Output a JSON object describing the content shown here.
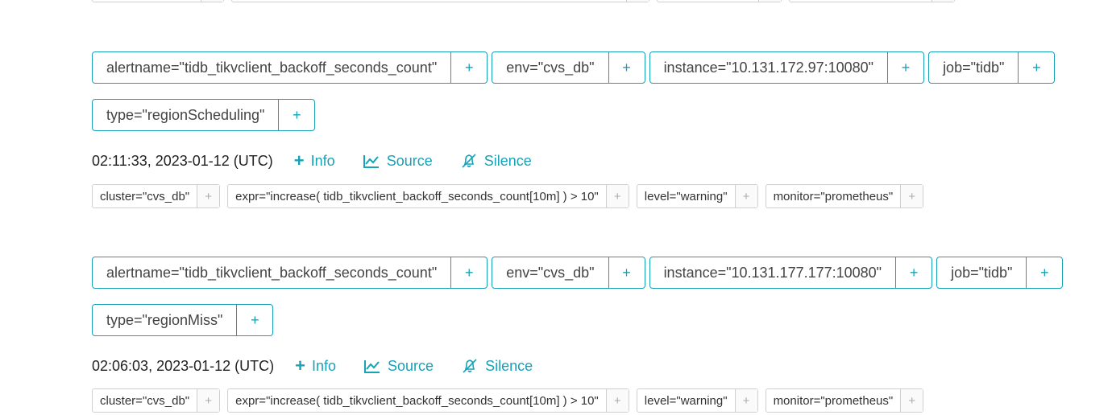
{
  "top_partial": {
    "annotations": [
      {
        "label": "",
        "plus": "+"
      },
      {
        "label": "",
        "plus": "+"
      },
      {
        "label": "",
        "plus": "+"
      },
      {
        "label": "",
        "plus": "+"
      }
    ]
  },
  "alerts": [
    {
      "labels_row1": [
        {
          "label": "alertname=\"tidb_tikvclient_backoff_seconds_count\"",
          "plus": "+"
        },
        {
          "label": "env=\"cvs_db\"",
          "plus": "+"
        },
        {
          "label": "instance=\"10.131.172.97:10080\"",
          "plus": "+"
        },
        {
          "label": "job=\"tidb\"",
          "plus": "+"
        }
      ],
      "labels_row2": [
        {
          "label": "type=\"regionScheduling\"",
          "plus": "+"
        }
      ],
      "timestamp": "02:11:33, 2023-01-12 (UTC)",
      "actions": {
        "info": "Info",
        "info_plus": "+",
        "source": "Source",
        "silence": "Silence"
      },
      "annotations": [
        {
          "label": "cluster=\"cvs_db\"",
          "plus": "+"
        },
        {
          "label": "expr=\"increase( tidb_tikvclient_backoff_seconds_count[10m] ) > 10\"",
          "plus": "+"
        },
        {
          "label": "level=\"warning\"",
          "plus": "+"
        },
        {
          "label": "monitor=\"prometheus\"",
          "plus": "+"
        }
      ]
    },
    {
      "labels_row1": [
        {
          "label": "alertname=\"tidb_tikvclient_backoff_seconds_count\"",
          "plus": "+"
        },
        {
          "label": "env=\"cvs_db\"",
          "plus": "+"
        },
        {
          "label": "instance=\"10.131.177.177:10080\"",
          "plus": "+"
        },
        {
          "label": "job=\"tidb\"",
          "plus": "+"
        }
      ],
      "labels_row2": [
        {
          "label": "type=\"regionMiss\"",
          "plus": "+"
        }
      ],
      "timestamp": "02:06:03, 2023-01-12 (UTC)",
      "actions": {
        "info": "Info",
        "info_plus": "+",
        "source": "Source",
        "silence": "Silence"
      },
      "annotations": [
        {
          "label": "cluster=\"cvs_db\"",
          "plus": "+"
        },
        {
          "label": "expr=\"increase( tidb_tikvclient_backoff_seconds_count[10m] ) > 10\"",
          "plus": "+"
        },
        {
          "label": "level=\"warning\"",
          "plus": "+"
        },
        {
          "label": "monitor=\"prometheus\"",
          "plus": "+"
        }
      ]
    }
  ],
  "colors": {
    "accent": "#17a2b8",
    "annotation_border": "#cfcfcf",
    "text": "#333333"
  }
}
